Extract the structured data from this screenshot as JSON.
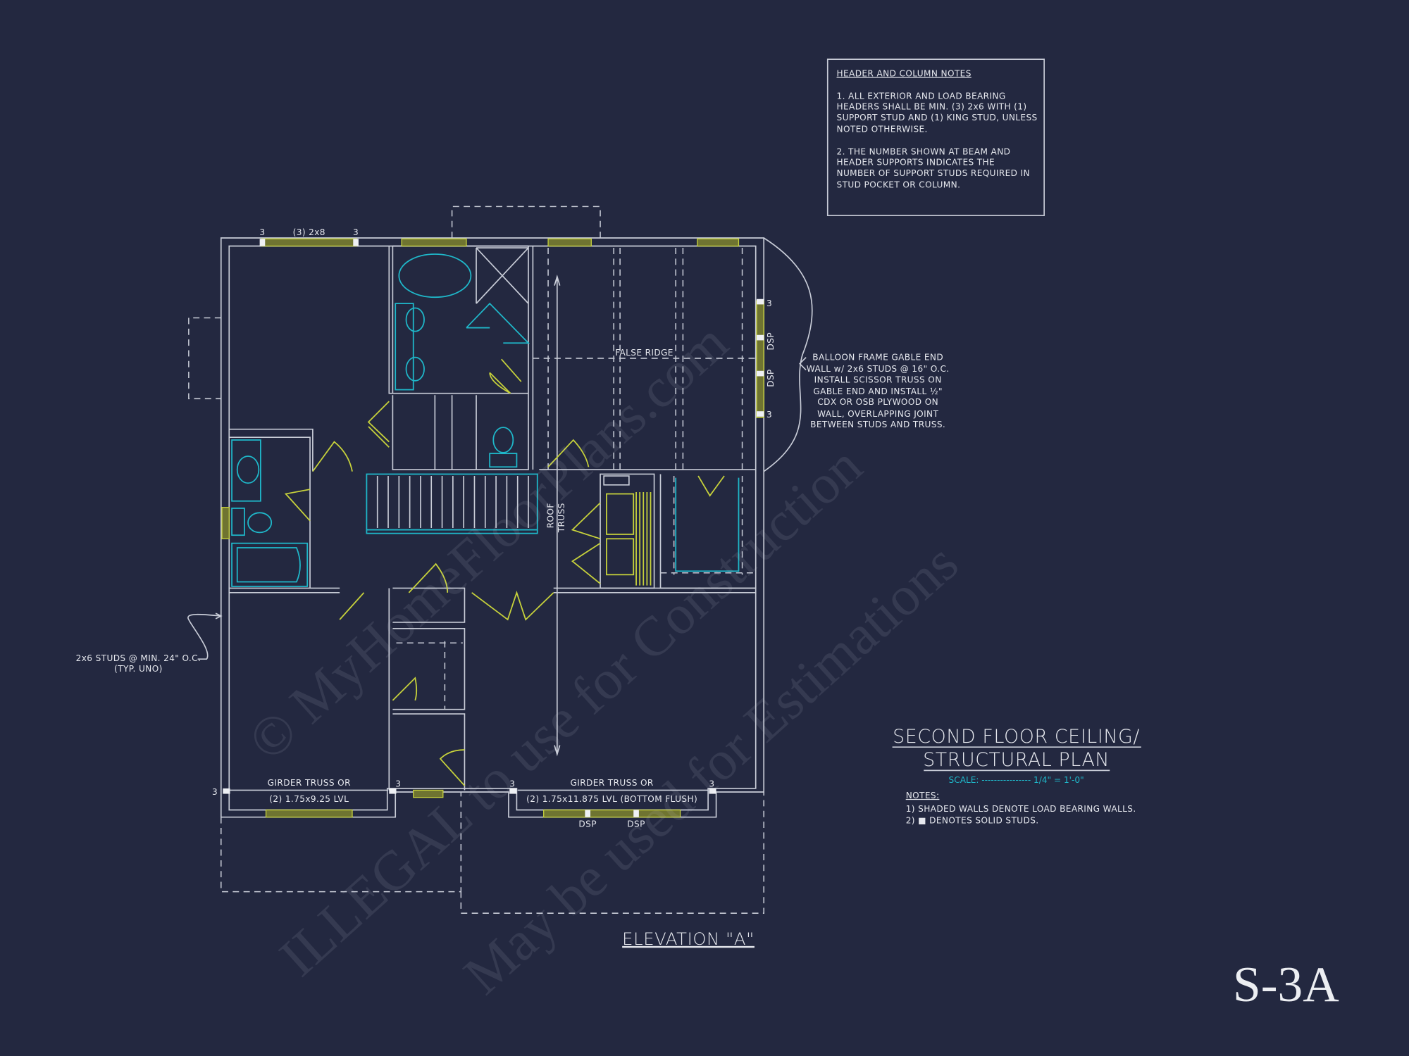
{
  "colors": {
    "background": "#232840",
    "walls": "#c9cdd8",
    "fixtures": "#1fb7c9",
    "doors_headers": "#c7d23b"
  },
  "header_notes": {
    "title": "HEADER AND COLUMN NOTES",
    "note1": [
      "1. ALL EXTERIOR AND LOAD BEARING",
      "HEADERS SHALL BE MIN. (3) 2x6 WITH (1)",
      "SUPPORT STUD AND (1) KING STUD, UNLESS",
      "NOTED OTHERWISE."
    ],
    "note2": [
      "2. THE NUMBER SHOWN AT BEAM AND",
      "HEADER SUPPORTS INDICATES THE",
      "NUMBER OF SUPPORT STUDS REQUIRED IN",
      "STUD POCKET OR COLUMN."
    ]
  },
  "balloon_callout": [
    "BALLOON FRAME GABLE END",
    "WALL w/ 2x6 STUDS @ 16\" O.C.",
    "INSTALL SCISSOR TRUSS ON",
    "GABLE END AND INSTALL ½\"",
    "CDX OR OSB PLYWOOD ON",
    "WALL, OVERLAPPING JOINT",
    "BETWEEN STUDS AND TRUSS."
  ],
  "studs_callout": [
    "2x6 STUDS @ MIN. 24\" O.C.",
    "(TYP. UNO)"
  ],
  "plan_labels": {
    "top_header": "(3) 2x8",
    "stud_count": "3",
    "false_ridge": "FALSE RIDGE",
    "dsp": "DSP",
    "roof_truss": [
      "ROOF",
      "TRUSS"
    ],
    "girder_left": [
      "GIRDER TRUSS OR",
      "(2) 1.75x9.25 LVL"
    ],
    "girder_right": [
      "GIRDER TRUSS OR",
      "(2) 1.75x11.875 LVL (BOTTOM FLUSH)"
    ],
    "elevation": "ELEVATION \"A\""
  },
  "title_block": {
    "title_line1": "SECOND FLOOR CEILING/",
    "title_line2": "STRUCTURAL PLAN",
    "scale": "SCALE: ---------------- 1/4\" = 1'-0\"",
    "notes_heading": "NOTES:",
    "notes": [
      "1) SHADED WALLS DENOTE LOAD BEARING WALLS.",
      "2) ■ DENOTES SOLID STUDS."
    ]
  },
  "sheet_number": "S-3A",
  "watermark": [
    "© MyHomeFloorPlans.com",
    "ILLEGAL to use for Construction",
    "May be used for Estimations"
  ]
}
